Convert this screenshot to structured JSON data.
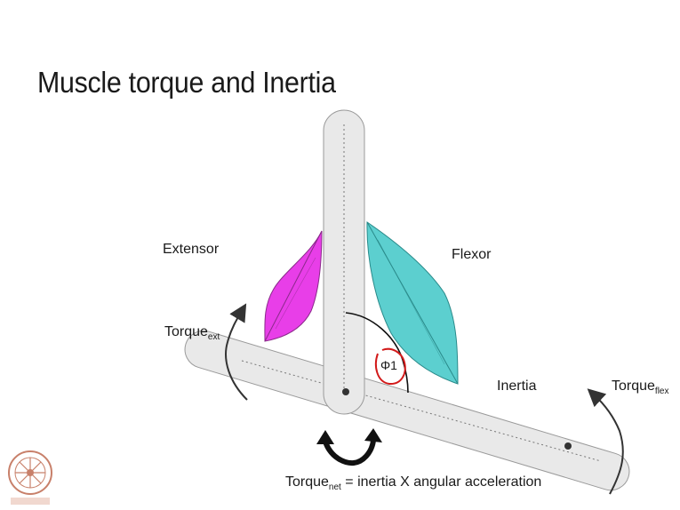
{
  "slide": {
    "title": "Muscle torque and Inertia"
  },
  "labels": {
    "extensor": "Extensor",
    "flexor": "Flexor",
    "torque_ext_main": "Torque",
    "torque_ext_sub": "ext",
    "torque_flex_main": "Torque",
    "torque_flex_sub": "flex",
    "inertia": "Inertia",
    "angle": "Φ1",
    "equation_main": "Torque",
    "equation_sub": "net",
    "equation_rest": " = inertia X angular acceleration"
  },
  "colors": {
    "segment_fill": "#e9e9e9",
    "segment_stroke": "#9a9a9a",
    "extensor": "#e83ee8",
    "flexor": "#5ccfcf",
    "angle_circle": "#d21a1a",
    "arrow": "#222222",
    "logo": "#c8806a"
  },
  "icons": {
    "rotation_arrow": "curved-double-arrow-icon",
    "logo": "institute-logo-icon"
  }
}
